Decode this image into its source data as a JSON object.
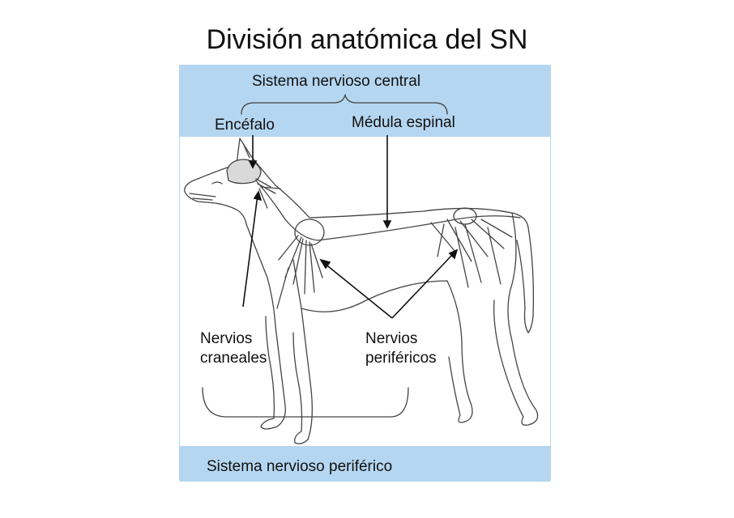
{
  "title": "División anatómica del SN",
  "labels": {
    "central_system": "Sistema nervioso central",
    "brain": "Encéfalo",
    "spinal_cord": "Médula espinal",
    "cranial_nerves_line1": "Nervios",
    "cranial_nerves_line2": "craneales",
    "peripheral_nerves_line1": "Nervios",
    "peripheral_nerves_line2": "periféricos",
    "peripheral_system": "Sistema nervioso periférico"
  },
  "colors": {
    "band": "#b5d6f0",
    "line": "#333333",
    "brain_fill": "#d9d9d9"
  }
}
